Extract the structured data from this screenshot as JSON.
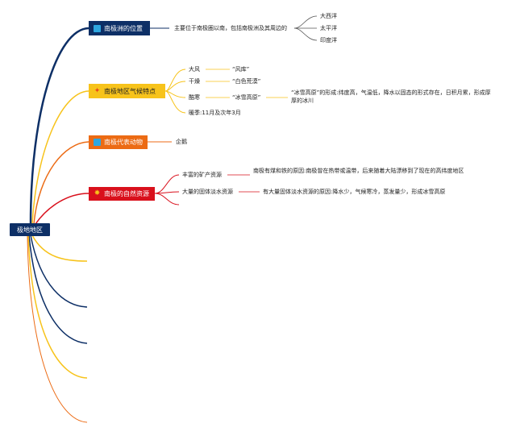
{
  "root": {
    "label": "极地地区"
  },
  "topics": [
    {
      "label": "南极洲的位置",
      "icon": "flag-icon",
      "color": "#0d2f66",
      "detail": "主要位于南极圈以南，包括南极洲及其周边的",
      "oceans": [
        "大西洋",
        "太平洋",
        "印度洋"
      ]
    },
    {
      "label": "南极地区气候特点",
      "icon": "weather-icon",
      "color": "#f7c31b",
      "items": [
        {
          "name": "大风",
          "desc": "“风库”"
        },
        {
          "name": "干燥",
          "desc": "“白色荒漠”"
        },
        {
          "name": "酷寒",
          "desc": "“冰雪高原”",
          "note": "“冰雪高原”的形成:纬度高，气温低，降水以固态的形式存在，日积月累，形成厚厚的冰川"
        },
        {
          "name": "暖季:11月及次年3月"
        }
      ]
    },
    {
      "label": "南极代表动物",
      "icon": "animal-icon",
      "color": "#ec6b14",
      "detail": "企鹅"
    },
    {
      "label": "南极的自然资源",
      "icon": "resource-icon",
      "color": "#d9101c",
      "items": [
        {
          "name": "丰富的矿产资源",
          "note": "南极有煤和铁的原因:南极曾在热带或温带，后来随着大陆漂移到了现在的高纬度地区"
        },
        {
          "name": "大量的固体淡水资源",
          "note": "有大量固体淡水资源的原因:降水少，气候寒冷，蒸发量少，形成冰雪高原"
        }
      ]
    }
  ],
  "colors": {
    "navy": "#0d2f66",
    "yellow": "#f7c31b",
    "orange": "#ec6b14",
    "red": "#d9101c",
    "root_bg": "#0d2f66",
    "root_text": "#ffffff"
  }
}
